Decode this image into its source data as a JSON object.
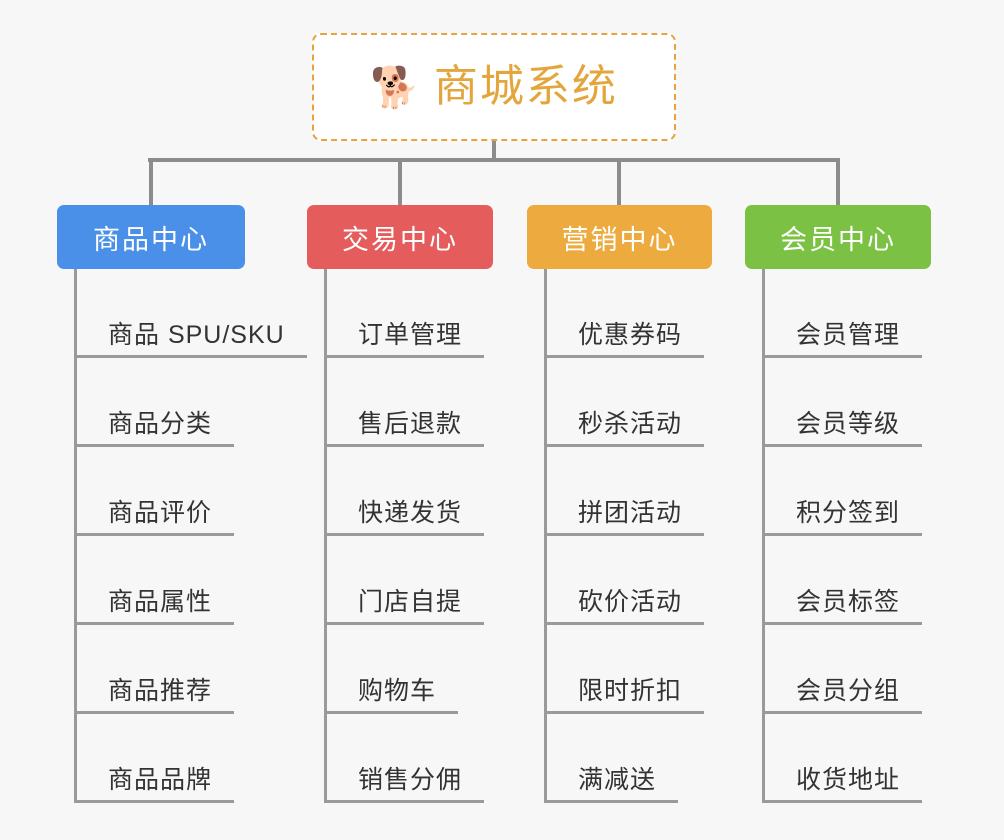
{
  "background_color": "#f7f7f7",
  "root": {
    "icon": "shiba-dog-face-icon",
    "emoji": "🐕",
    "title": "商城系统",
    "title_color": "#e3a63c",
    "border_color": "#e8a33d",
    "border_style": "dashed"
  },
  "connector_color": "#8c8c8c",
  "leaf_line_color": "#9a9a9a",
  "leaf_text_color": "#333333",
  "columns": [
    {
      "title": "商品中心",
      "color": "#4a90e8",
      "items": [
        "商品 SPU/SKU",
        "商品分类",
        "商品评价",
        "商品属性",
        "商品推荐",
        "商品品牌"
      ]
    },
    {
      "title": "交易中心",
      "color": "#e45c5c",
      "items": [
        "订单管理",
        "售后退款",
        "快递发货",
        "门店自提",
        "购物车",
        "销售分佣"
      ]
    },
    {
      "title": "营销中心",
      "color": "#edab3f",
      "items": [
        "优惠券码",
        "秒杀活动",
        "拼团活动",
        "砍价活动",
        "限时折扣",
        "满减送"
      ]
    },
    {
      "title": "会员中心",
      "color": "#7bc244",
      "items": [
        "会员管理",
        "会员等级",
        "积分签到",
        "会员标签",
        "会员分组",
        "收货地址"
      ]
    }
  ]
}
